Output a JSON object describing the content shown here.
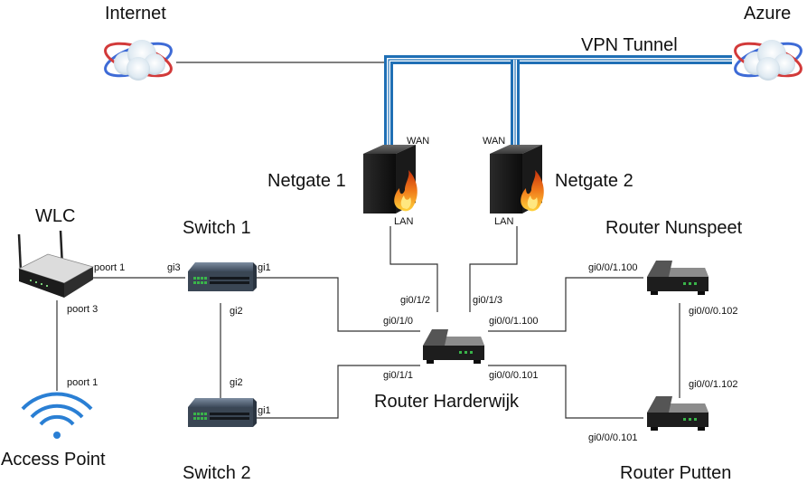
{
  "nodes": {
    "internet": "Internet",
    "azure": "Azure",
    "vpn": "VPN Tunnel",
    "netgate1": "Netgate 1",
    "netgate2": "Netgate 2",
    "wlc": "WLC",
    "switch1": "Switch 1",
    "switch2": "Switch 2",
    "access_point": "Access Point",
    "router_harderwijk": "Router Harderwijk",
    "router_nunspeet": "Router Nunspeet",
    "router_putten": "Router Putten"
  },
  "ports": {
    "ng1_wan": "WAN",
    "ng1_lan": "LAN",
    "ng2_wan": "WAN",
    "ng2_lan": "LAN",
    "wlc_poort1": "poort 1",
    "wlc_poort3": "poort 3",
    "ap_poort1": "poort 1",
    "sw1_gi3": "gi3",
    "sw1_gi1": "gi1",
    "sw1_gi2": "gi2",
    "sw2_gi2": "gi2",
    "sw2_gi1": "gi1",
    "rh_gi012": "gi0/1/2",
    "rh_gi013": "gi0/1/3",
    "rh_gi010": "gi0/1/0",
    "rh_gi011": "gi0/1/1",
    "rh_gi001100": "gi0/0/1.100",
    "rh_gi000101": "gi0/0/0.101",
    "rn_gi001100": "gi0/0/1.100",
    "rn_gi000102": "gi0/0/0.102",
    "rp_gi001102": "gi0/0/1.102",
    "rp_gi000101": "gi0/0/0.101"
  },
  "icons": {
    "cloud": "cloud-icon",
    "firewall": "firewall-icon",
    "router": "router-icon",
    "switch": "switch-icon",
    "wlc": "wireless-router-icon",
    "access_point": "wifi-icon"
  },
  "colors": {
    "vpn_tunnel": "#1f6fb5",
    "firewall_flame": "#f07a1a",
    "wifi": "#2a7fd4",
    "switch_ports": "#3ab54a"
  }
}
